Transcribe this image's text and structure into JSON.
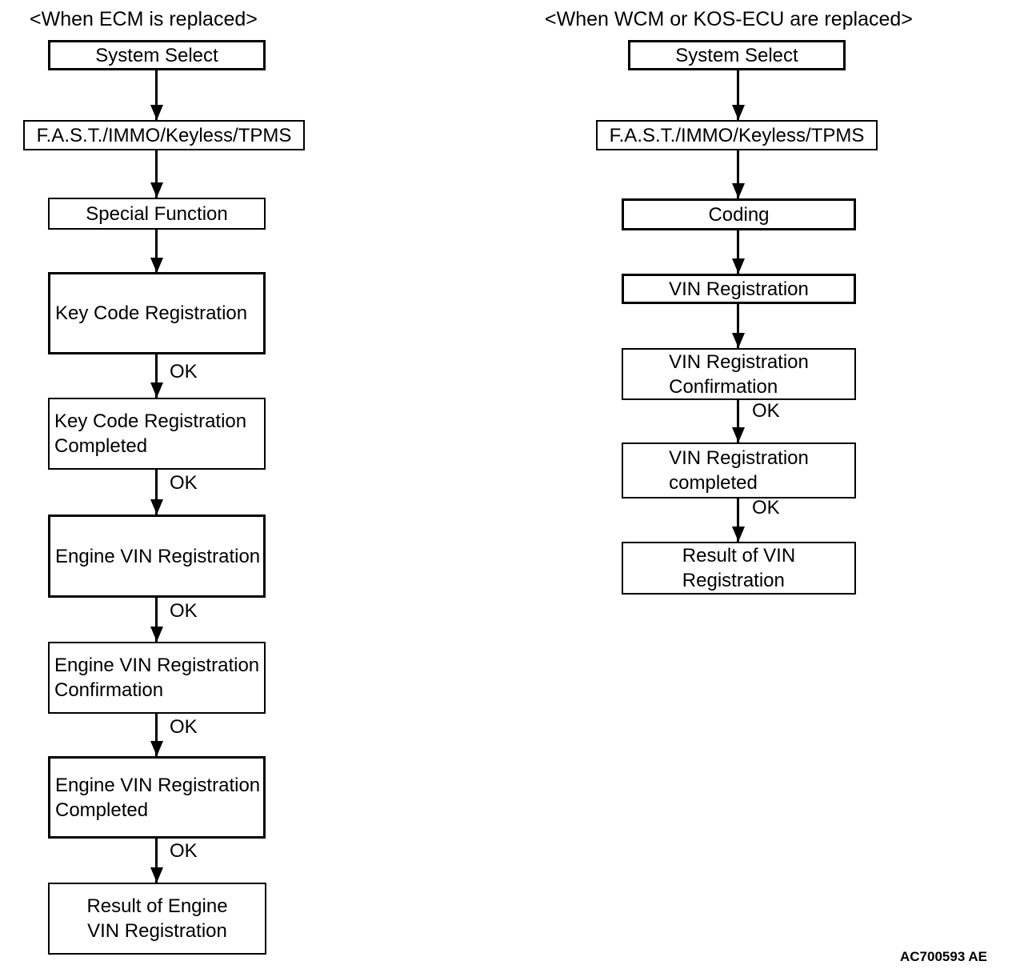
{
  "left": {
    "title": "<When ECM is replaced>",
    "boxes": [
      {
        "lines": [
          "System Select"
        ]
      },
      {
        "lines": [
          "F.A.S.T./IMMO/Keyless/TPMS"
        ]
      },
      {
        "lines": [
          "Special Function"
        ]
      },
      {
        "lines": [
          "Key Code Registration"
        ]
      },
      {
        "lines": [
          "Key Code Registration",
          "Completed"
        ]
      },
      {
        "lines": [
          "Engine VIN Registration"
        ]
      },
      {
        "lines": [
          "Engine VIN Registration",
          "Confirmation"
        ]
      },
      {
        "lines": [
          "Engine VIN Registration",
          "Completed"
        ]
      },
      {
        "lines": [
          "Result of Engine",
          "VIN Registration"
        ]
      }
    ]
  },
  "right": {
    "title": "<When WCM or KOS-ECU are replaced>",
    "boxes": [
      {
        "lines": [
          "System Select"
        ]
      },
      {
        "lines": [
          "F.A.S.T./IMMO/Keyless/TPMS"
        ]
      },
      {
        "lines": [
          "Coding"
        ]
      },
      {
        "lines": [
          "VIN Registration"
        ]
      },
      {
        "lines": [
          "VIN Registration",
          "Confirmation"
        ]
      },
      {
        "lines": [
          "VIN Registration",
          "completed"
        ]
      },
      {
        "lines": [
          "Result of VIN",
          "Registration"
        ]
      }
    ]
  },
  "labels": {
    "ok": "OK"
  },
  "figure_code": "AC700593 AE",
  "colors": {
    "ink": "#000000",
    "background": "#ffffff"
  }
}
